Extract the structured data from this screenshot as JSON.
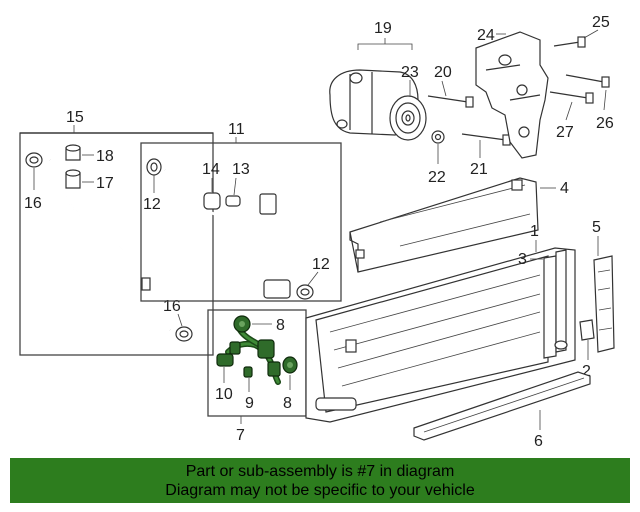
{
  "callouts": {
    "c1": "1",
    "c2": "2",
    "c3": "3",
    "c4": "4",
    "c5": "5",
    "c6": "6",
    "c7": "7",
    "c8a": "8",
    "c8b": "8",
    "c9": "9",
    "c10": "10",
    "c11": "11",
    "c12a": "12",
    "c12b": "12",
    "c13": "13",
    "c14": "14",
    "c15": "15",
    "c16a": "16",
    "c16b": "16",
    "c17": "17",
    "c18": "18",
    "c19": "19",
    "c20": "20",
    "c21": "21",
    "c22": "22",
    "c23": "23",
    "c24": "24",
    "c25": "25",
    "c26": "26",
    "c27": "27"
  },
  "banner": {
    "line1": "Part or sub-assembly is #7 in diagram",
    "line2": "Diagram may not be specific to your vehicle"
  },
  "colors": {
    "highlight": "#2f6b2a",
    "banner": "#2d7d1e"
  }
}
